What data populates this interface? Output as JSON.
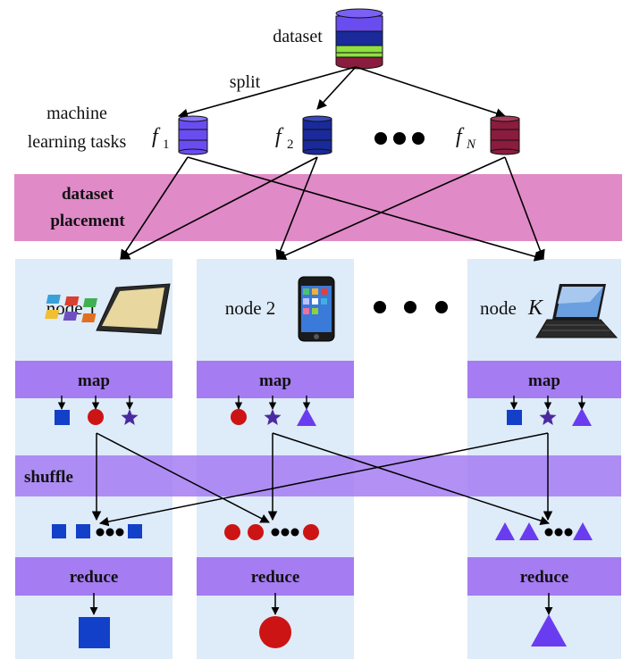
{
  "dataset": {
    "label": "dataset"
  },
  "split_label": "split",
  "tasks": {
    "caption_line1": "machine",
    "caption_line2": "learning tasks",
    "items": [
      {
        "letter": "f",
        "sub": "1",
        "color": "#6a4df0"
      },
      {
        "letter": "f",
        "sub": "2",
        "color": "#1a2a9a"
      },
      {
        "letter": "f",
        "sub": "N",
        "color": "#8a1c3e"
      }
    ]
  },
  "placement": {
    "line1": "dataset",
    "line2": "placement",
    "color": "#e08ac8"
  },
  "nodes": [
    {
      "prefix": "node 1",
      "index": "",
      "device": "tablet-icon"
    },
    {
      "prefix": "node 2",
      "index": "",
      "device": "smartphone-icon"
    },
    {
      "prefix": "node",
      "index": "K",
      "device": "tablet-keyboard-icon"
    }
  ],
  "stages": {
    "map": "map",
    "shuffle": "shuffle",
    "reduce": "reduce"
  },
  "colors": {
    "node_column": "#deebf8",
    "stage_band": "#a57cf2",
    "shuffle_band": "#a57cf2",
    "square": "#1240c8",
    "circle": "#cc1414",
    "star": "#4a2aa0",
    "triangle": "#6a3cf0",
    "dots": "#000000"
  }
}
